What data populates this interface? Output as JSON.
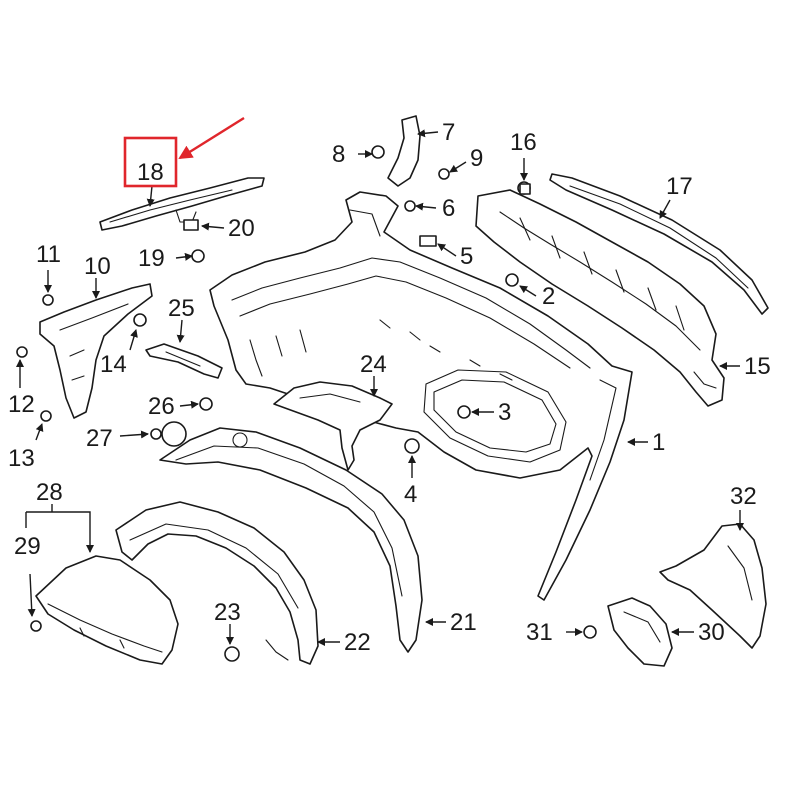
{
  "callouts": {
    "c1": "1",
    "c2": "2",
    "c3": "3",
    "c4": "4",
    "c5": "5",
    "c6": "6",
    "c7": "7",
    "c8": "8",
    "c9": "9",
    "c10": "10",
    "c11": "11",
    "c12": "12",
    "c13": "13",
    "c14": "14",
    "c15": "15",
    "c16": "16",
    "c17": "17",
    "c18": "18",
    "c19": "19",
    "c20": "20",
    "c21": "21",
    "c22": "22",
    "c23": "23",
    "c24": "24",
    "c25": "25",
    "c26": "26",
    "c27": "27",
    "c28": "28",
    "c29": "29",
    "c30": "30",
    "c31": "31",
    "c32": "32"
  },
  "highlight": {
    "callout": "18",
    "color": "#e0262c"
  },
  "colors": {
    "line": "#1a1a1a",
    "background": "#ffffff",
    "highlight": "#e0262c"
  }
}
